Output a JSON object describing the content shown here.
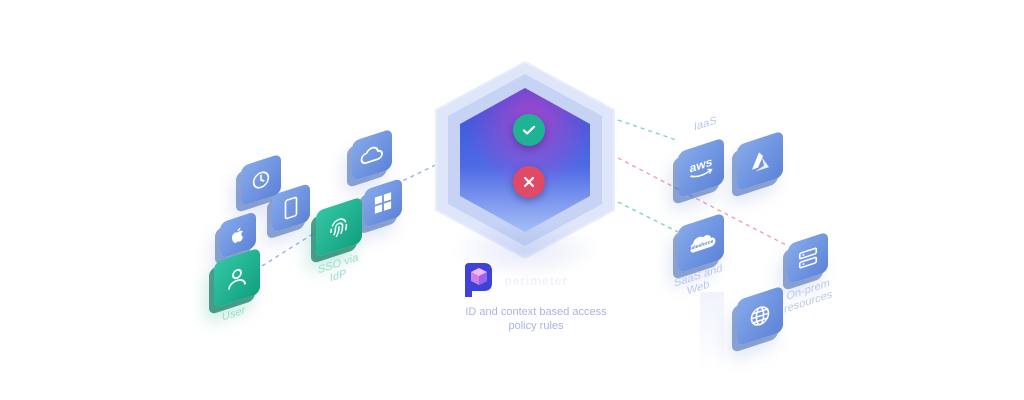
{
  "colors": {
    "hex_core_top": "#3b53d9",
    "hex_core_bottom": "#8aa7f2",
    "hex_accent": "#c440c8",
    "allow": "#1fb293",
    "deny": "#e14a67",
    "tile_blue": "#5d83d8",
    "tile_green": "#11a07f",
    "line_allow": "#7bd8c0",
    "line_deny": "#f3a0b2",
    "line_neutral": "#9db3e8"
  },
  "labels": {
    "user": "User",
    "sso_line1": "SSO via",
    "sso_line2": "IdP",
    "iaas": "IaaS",
    "saas_line1": "SaaS and",
    "saas_line2": "Web",
    "onprem_line1": "On-prem",
    "onprem_line2": "resources"
  },
  "center": {
    "brand": "perimeter",
    "policy_line1": "ID and context based access",
    "policy_line2": "policy rules",
    "allow_icon": "check-icon",
    "deny_icon": "x-icon"
  },
  "tiles": {
    "clock": "clock-icon",
    "apple": "apple-icon",
    "phone": "phone-icon",
    "user": "user-icon",
    "fingerprint": "fingerprint-icon",
    "cloud": "cloud-icon",
    "windows": "windows-icon",
    "aws": "aws",
    "azure": "azure-icon",
    "salesforce": "salesforce",
    "globe": "globe-icon",
    "server": "server-icon"
  }
}
